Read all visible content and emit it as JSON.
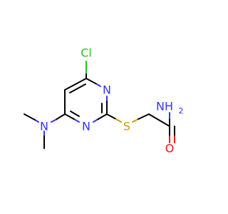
{
  "molecule": {
    "atoms": {
      "cl": {
        "label": "Cl",
        "color": "#1fc41f"
      },
      "n_ring_top": {
        "label": "N",
        "color": "#3333ff"
      },
      "n_ring_bottom": {
        "label": "N",
        "color": "#3333ff"
      },
      "n_amine": {
        "label": "N",
        "color": "#3333ff"
      },
      "s": {
        "label": "S",
        "color": "#c8a000"
      },
      "nh2": {
        "label": "NH",
        "subscript": "2",
        "color": "#3333ff"
      },
      "o": {
        "label": "O",
        "color": "#ff0d0d"
      }
    }
  }
}
